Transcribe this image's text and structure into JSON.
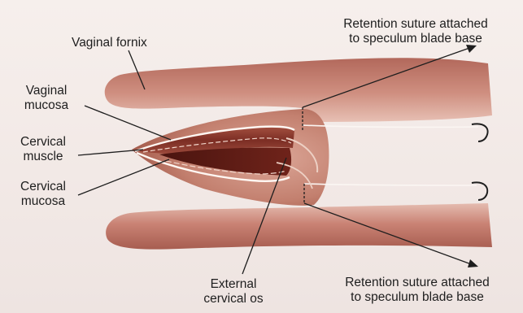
{
  "labels": {
    "vaginal_fornix": "Vaginal fornix",
    "vaginal_mucosa_1": "Vaginal",
    "vaginal_mucosa_2": "mucosa",
    "cervical_muscle_1": "Cervical",
    "cervical_muscle_2": "muscle",
    "cervical_mucosa_1": "Cervical",
    "cervical_mucosa_2": "mucosa",
    "external_os_1": "External",
    "external_os_2": "cervical os",
    "suture_top_1": "Retention suture attached",
    "suture_top_2": "to speculum blade base",
    "suture_bottom_1": "Retention suture attached",
    "suture_bottom_2": "to speculum blade base"
  },
  "colors": {
    "background": "#f3ece8",
    "tissue": "#c98a7c",
    "tissue_dark": "#8a3f35",
    "os_opening": "#5a1a14",
    "leader_lines": "#1e1e1e"
  }
}
